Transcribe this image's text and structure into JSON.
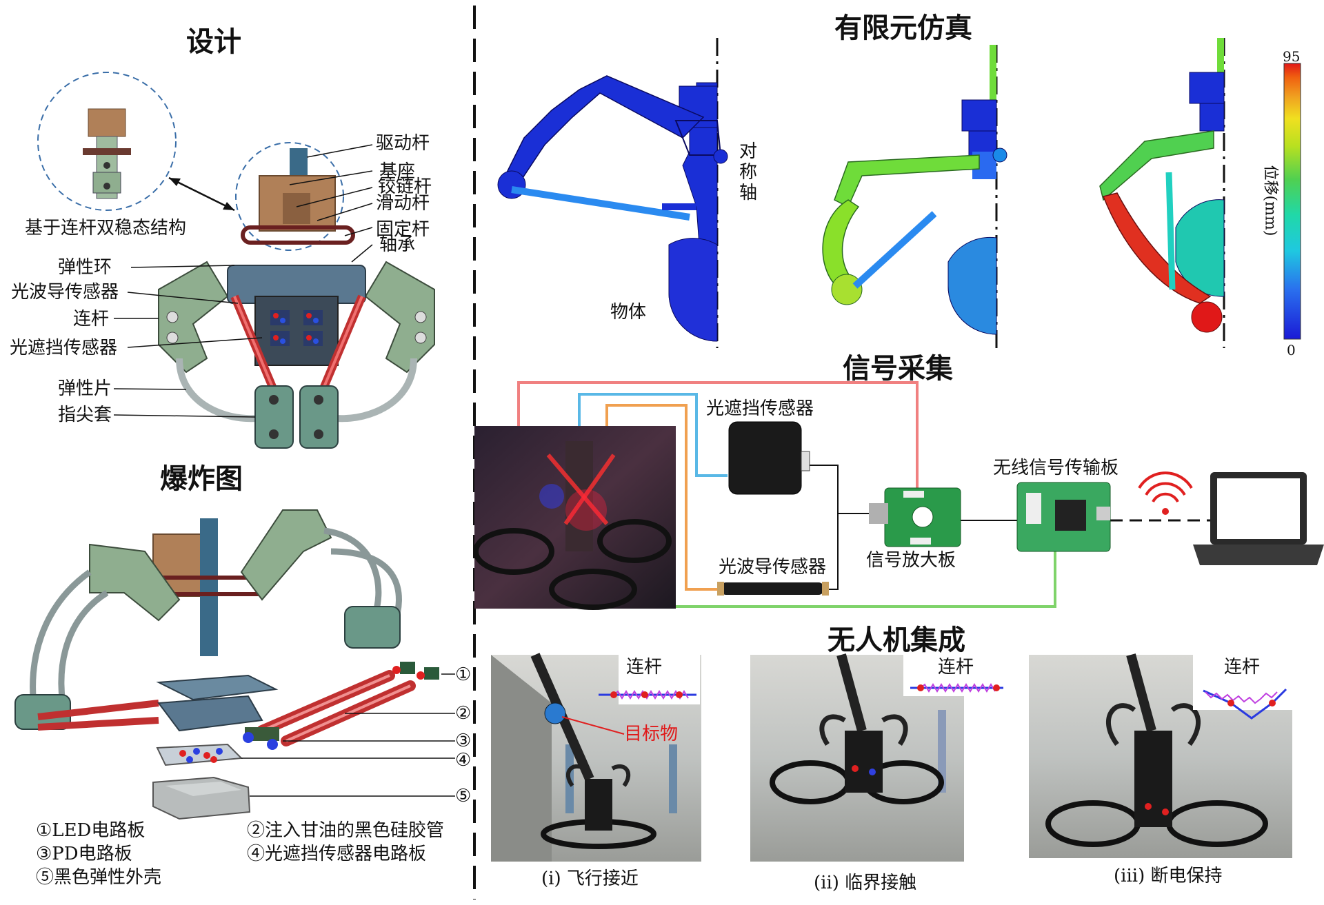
{
  "colors": {
    "fem_blue": "#1a2fd6",
    "fem_green": "#6fdc3a",
    "fem_red": "#e01818",
    "wire_red": "#f08080",
    "wire_blue": "#59b8e6",
    "wire_orange": "#f0a050",
    "wire_green": "#7fd36a",
    "gripper_green": "#8fae8f",
    "gripper_brown": "#b08058"
  },
  "sections": {
    "design": {
      "title": "设计",
      "bistable_label": "基于连杆双稳态结构",
      "right_labels": [
        "驱动杆",
        "基座",
        "铰链杆",
        "滑动杆",
        "固定杆",
        "轴承"
      ],
      "left_labels": [
        "弹性环",
        "光波导传感器",
        "连杆",
        "光遮挡传感器",
        "弹性片",
        "指尖套"
      ]
    },
    "exploded": {
      "title": "爆炸图",
      "numbers": [
        "①",
        "②",
        "③",
        "④",
        "⑤"
      ],
      "legend": [
        "①LED电路板",
        "②注入甘油的黑色硅胶管",
        "③PD电路板",
        "④光遮挡传感器电路板",
        "⑤黑色弹性外壳"
      ]
    },
    "fem": {
      "title": "有限元仿真",
      "axis_label": "对称轴",
      "object_label": "物体",
      "colorbar": {
        "max": "95",
        "min": "0",
        "label": "位移(mm)"
      }
    },
    "signal": {
      "title": "信号采集",
      "occlusion_sensor": "光遮挡传感器",
      "waveguide_sensor": "光波导传感器",
      "amplifier": "信号放大板",
      "wireless": "无线信号传输板"
    },
    "uav": {
      "title": "无人机集成",
      "inset_label": "连杆",
      "target_label": "目标物",
      "captions": [
        "(i) 飞行接近",
        "(ii) 临界接触",
        "(iii) 断电保持"
      ]
    }
  }
}
